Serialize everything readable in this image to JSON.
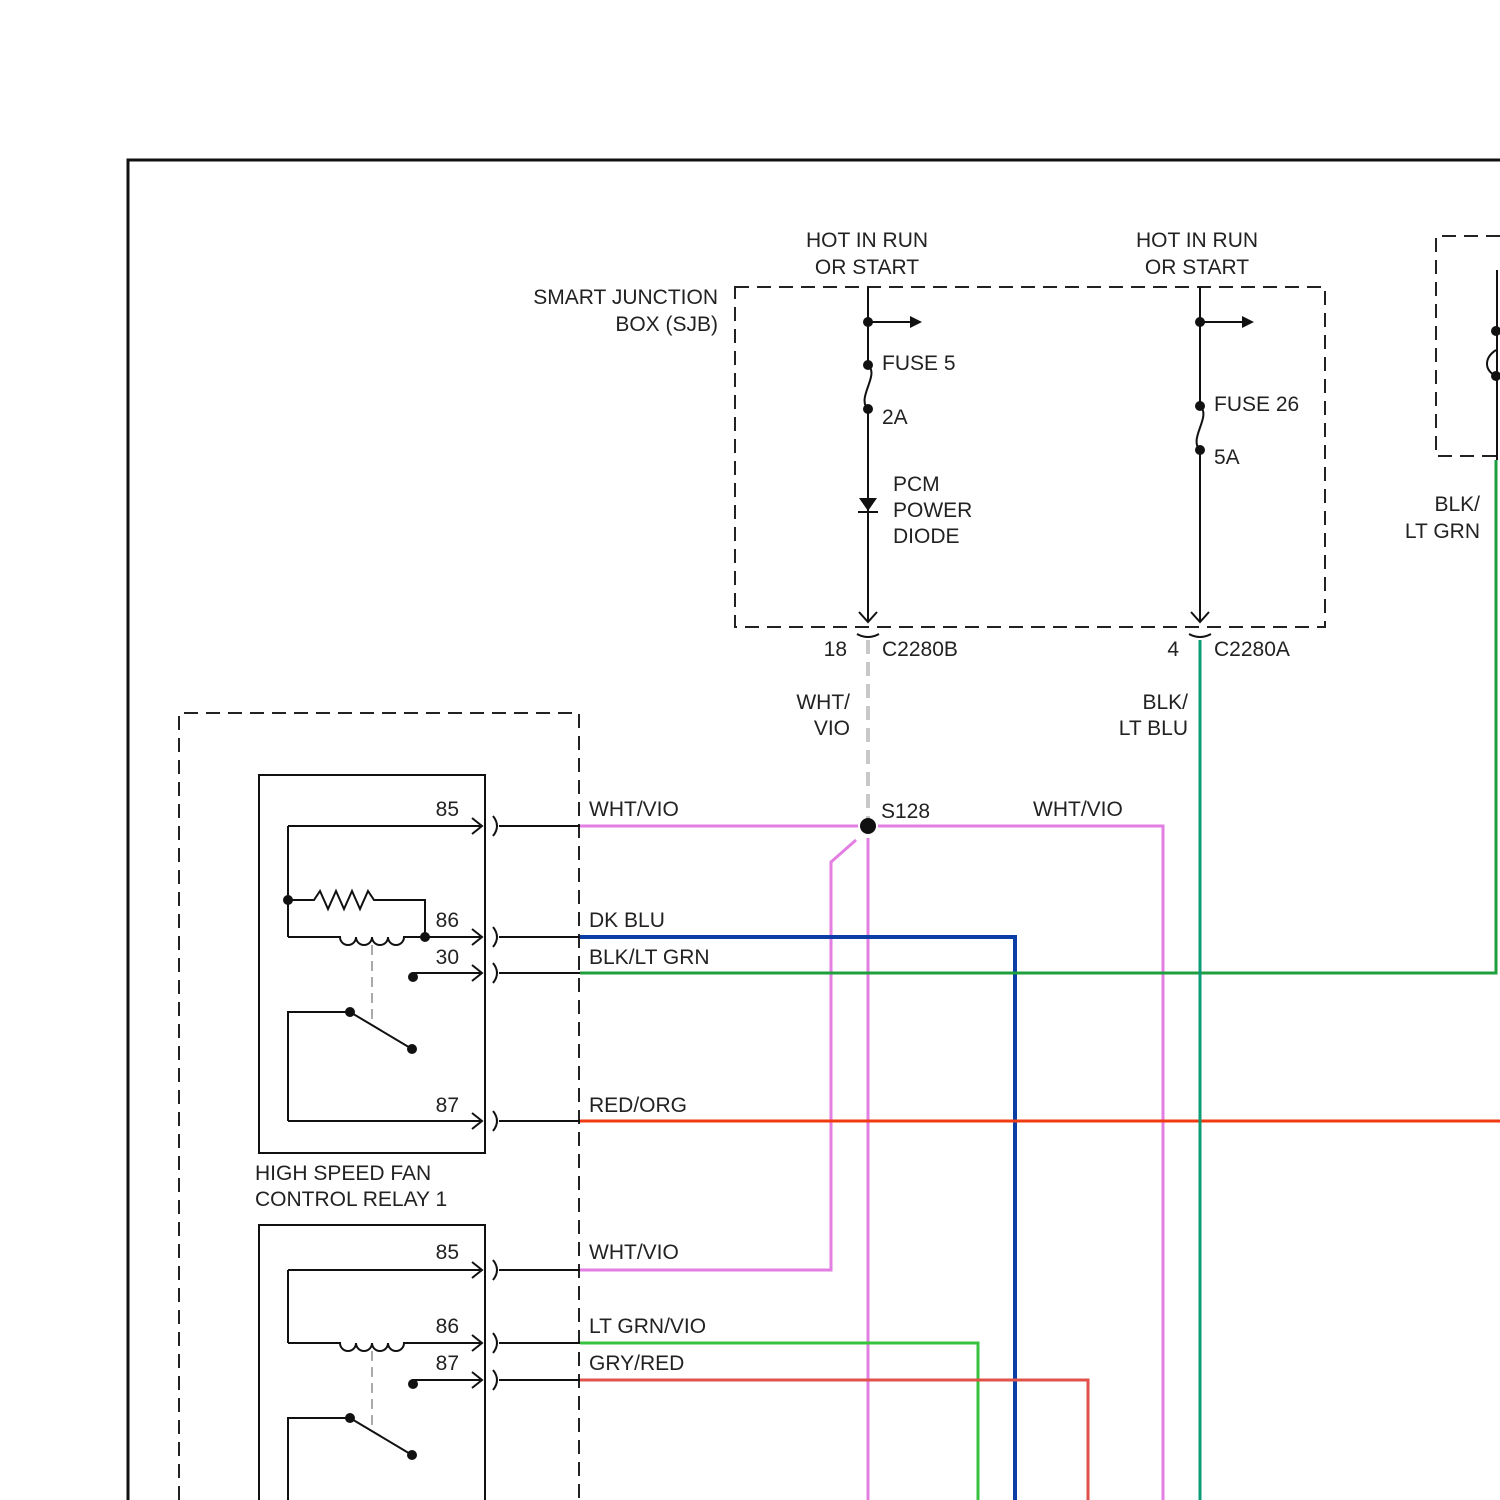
{
  "sjb": {
    "label_line1": "SMART JUNCTION",
    "label_line2": "BOX (SJB)",
    "feed_left": {
      "line1": "HOT IN RUN",
      "line2": "OR START"
    },
    "feed_right": {
      "line1": "HOT IN RUN",
      "line2": "OR START"
    },
    "fuse5": {
      "name": "FUSE 5",
      "rating": "2A"
    },
    "fuse26": {
      "name": "FUSE 26",
      "rating": "5A"
    },
    "diode": {
      "line1": "PCM",
      "line2": "POWER",
      "line3": "DIODE"
    }
  },
  "connectors": {
    "c2280b": {
      "name": "C2280B",
      "pin": "18"
    },
    "c2280a": {
      "name": "C2280A",
      "pin": "4"
    }
  },
  "splice": {
    "name": "S128"
  },
  "wires": {
    "sjb_out_left": {
      "line1": "WHT/",
      "line2": "VIO"
    },
    "sjb_out_right": {
      "line1": "BLK/",
      "line2": "LT BLU"
    },
    "right_feed": {
      "line1": "BLK/",
      "line2": "LT GRN"
    },
    "relay1_85": "WHT/VIO",
    "s128_right": "WHT/VIO",
    "relay1_86": "DK BLU",
    "relay1_30": "BLK/LT GRN",
    "relay1_87": "RED/ORG",
    "relay2_85": "WHT/VIO",
    "relay2_86": "LT GRN/VIO",
    "relay2_87": "GRY/RED"
  },
  "relay1": {
    "name_line1": "HIGH SPEED FAN",
    "name_line2": "CONTROL RELAY 1",
    "pins": {
      "p85": "85",
      "p86": "86",
      "p30": "30",
      "p87": "87"
    }
  },
  "relay2": {
    "pins": {
      "p85": "85",
      "p86": "86",
      "p87": "87"
    }
  },
  "colors": {
    "wht_vio": "#e37ee3",
    "dk_blu": "#0a3ea6",
    "blk_lt_grn": "#1f9e3c",
    "red_org": "#f03a12",
    "lt_grn_vio": "#36c23c",
    "gry_red": "#e0524a",
    "blk_lt_blu": "#0e9b78"
  }
}
